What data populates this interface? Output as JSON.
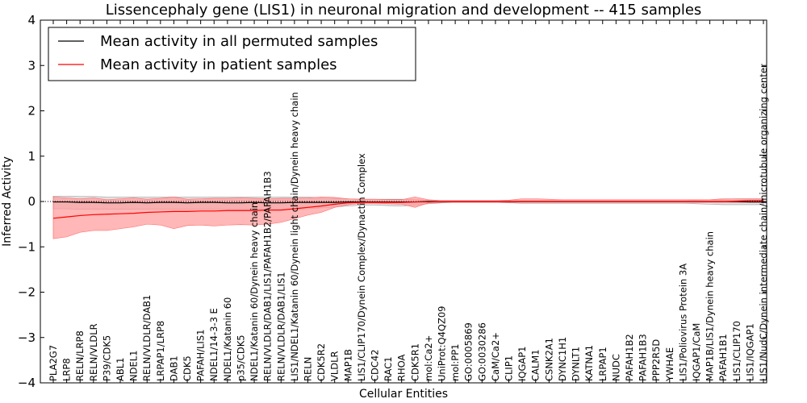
{
  "chart_data": {
    "type": "line",
    "title": "Lissencephaly gene (LIS1) in neuronal migration and development -- 415 samples",
    "xlabel": "Cellular Entities",
    "ylabel": "Inferred Activity",
    "ylim": [
      -4,
      4
    ],
    "yticks": [
      "4",
      "3",
      "2",
      "1",
      "0",
      "−1",
      "−2",
      "−3",
      "−4"
    ],
    "ytick_values": [
      4,
      3,
      2,
      1,
      0,
      -1,
      -2,
      -3,
      -4
    ],
    "grid": false,
    "legend_position": "top-left",
    "categories": [
      "PLA2G7",
      "LRP8",
      "RELN/LRP8",
      "RELN/VLDLR",
      "P39/CDK5",
      "ABL1",
      "NDEL1",
      "RELN/VLDLR/DAB1",
      "LRPAP1/LRP8",
      "DAB1",
      "CDK5",
      "PAFAH/LIS1",
      "NDEL1/14-3-3 E",
      "NDEL1/Katanin 60",
      "p35/CDK5",
      "NDEL1/Katanin 60/Dynein heavy chain",
      "RELN/VLDLR/DAB1/LIS1/PAFAH1B2/PAFAH1B3",
      "RELN/VLDLR/DAB1/LIS1",
      "LIS1/NDEL1/Katanin 60/Dynein light chain/Dynein heavy chain",
      "RELN",
      "CDK5R2",
      "VLDLR",
      "MAP1B",
      "LIS1/CLIP170/Dynein Complex/Dynactin Complex",
      "CDC42",
      "RAC1",
      "RHOA",
      "CDK5R1",
      "mol:Ca2+",
      "UniProt:Q4QZ09",
      "mol:PP1",
      "GO:0005869",
      "GO:0030286",
      "CaM/Ca2+",
      "CLIP1",
      "IQGAP1",
      "CALM1",
      "CSNK2A1",
      "DYNC1H1",
      "DYNLT1",
      "KATNA1",
      "LRPAP1",
      "NUDC",
      "PAFAH1B2",
      "PAFAH1B3",
      "PPP2R5D",
      "YWHAE",
      "LIS1/Poliovirus Protein 3A",
      "IQGAP1/CaM",
      "MAP1B/LIS1/Dynein heavy chain",
      "PAFAH1B1",
      "LIS1/CLIP170",
      "LIS1/IQGAP1",
      "LIS1/NudC/Dynein intermediate chain/microtubule organizing center"
    ],
    "series": [
      {
        "name": "Mean activity in all permuted samples",
        "color": "#000000",
        "values": [
          -0.01,
          -0.01,
          -0.02,
          -0.02,
          -0.03,
          -0.03,
          -0.02,
          -0.03,
          -0.02,
          -0.02,
          -0.03,
          -0.02,
          -0.02,
          -0.03,
          -0.03,
          -0.02,
          -0.03,
          -0.03,
          -0.02,
          -0.02,
          -0.02,
          -0.02,
          -0.01,
          -0.01,
          -0.01,
          -0.01,
          -0.01,
          -0.01,
          0,
          0,
          0,
          0,
          0,
          0,
          0,
          0,
          0,
          0,
          0,
          0,
          0,
          0,
          0,
          0,
          0,
          0,
          0,
          0,
          0,
          0,
          0,
          0,
          -0.01,
          -0.01
        ],
        "band_upper": [
          0.12,
          0.12,
          0.11,
          0.11,
          0.1,
          0.1,
          0.1,
          0.1,
          0.1,
          0.1,
          0.1,
          0.1,
          0.1,
          0.1,
          0.1,
          0.1,
          0.1,
          0.1,
          0.1,
          0.1,
          0.08,
          0.07,
          0.06,
          0.05,
          0.05,
          0.05,
          0.05,
          0.04,
          0.03,
          0.02,
          0.02,
          0.02,
          0.02,
          0.02,
          0.02,
          0.02,
          0.02,
          0.02,
          0.02,
          0.02,
          0.02,
          0.02,
          0.02,
          0.02,
          0.02,
          0.02,
          0.02,
          0.02,
          0.03,
          0.04,
          0.05,
          0.06,
          0.06,
          0.06
        ],
        "band_lower": [
          -0.16,
          -0.16,
          -0.17,
          -0.17,
          -0.17,
          -0.17,
          -0.17,
          -0.17,
          -0.17,
          -0.17,
          -0.17,
          -0.17,
          -0.17,
          -0.17,
          -0.17,
          -0.17,
          -0.17,
          -0.17,
          -0.17,
          -0.16,
          -0.14,
          -0.12,
          -0.1,
          -0.08,
          -0.08,
          -0.09,
          -0.1,
          -0.08,
          -0.05,
          -0.03,
          -0.02,
          -0.02,
          -0.02,
          -0.02,
          -0.03,
          -0.04,
          -0.04,
          -0.04,
          -0.04,
          -0.04,
          -0.04,
          -0.04,
          -0.04,
          -0.04,
          -0.04,
          -0.04,
          -0.04,
          -0.04,
          -0.05,
          -0.06,
          -0.07,
          -0.07,
          -0.07,
          -0.07
        ],
        "band_color": "#b0b0b0"
      },
      {
        "name": "Mean activity in patient samples",
        "color": "#ff0000",
        "values": [
          -0.37,
          -0.34,
          -0.31,
          -0.29,
          -0.28,
          -0.27,
          -0.26,
          -0.24,
          -0.23,
          -0.22,
          -0.22,
          -0.21,
          -0.21,
          -0.2,
          -0.2,
          -0.2,
          -0.19,
          -0.19,
          -0.16,
          -0.13,
          -0.1,
          -0.06,
          -0.03,
          -0.02,
          -0.02,
          -0.02,
          -0.02,
          -0.01,
          -0.01,
          0,
          0,
          0,
          0,
          0,
          0,
          0,
          0,
          0,
          0,
          0,
          0,
          0,
          0,
          0,
          0,
          0,
          0,
          0,
          0,
          0,
          0,
          0.01,
          0.02,
          0.02
        ],
        "band_upper": [
          0.1,
          0.08,
          0.06,
          0.08,
          0.04,
          0.06,
          0.08,
          0.05,
          0.07,
          0.1,
          0.05,
          0.06,
          0.07,
          0.07,
          0.08,
          0.07,
          0.06,
          0.07,
          0.07,
          0.08,
          0.1,
          0.09,
          0.06,
          0.05,
          0.05,
          0.04,
          0.04,
          0.1,
          0.04,
          0.02,
          0.02,
          0.02,
          0.02,
          0.02,
          0.03,
          0.06,
          0.06,
          0.05,
          0.04,
          0.04,
          0.04,
          0.04,
          0.04,
          0.04,
          0.04,
          0.04,
          0.04,
          0.04,
          0.04,
          0.04,
          0.06,
          0.06,
          0.06,
          0.06
        ],
        "band_lower": [
          -0.82,
          -0.78,
          -0.68,
          -0.64,
          -0.64,
          -0.6,
          -0.56,
          -0.5,
          -0.52,
          -0.6,
          -0.53,
          -0.52,
          -0.54,
          -0.52,
          -0.51,
          -0.52,
          -0.5,
          -0.46,
          -0.38,
          -0.3,
          -0.24,
          -0.13,
          -0.07,
          -0.04,
          -0.04,
          -0.05,
          -0.06,
          -0.13,
          -0.03,
          -0.02,
          -0.02,
          -0.02,
          -0.02,
          -0.02,
          -0.02,
          -0.02,
          -0.02,
          -0.02,
          -0.02,
          -0.02,
          -0.02,
          -0.02,
          -0.02,
          -0.02,
          -0.02,
          -0.02,
          -0.02,
          -0.02,
          -0.02,
          -0.02,
          -0.02,
          -0.02,
          -0.02,
          -0.02
        ],
        "band_color": "#ff9999"
      }
    ]
  }
}
